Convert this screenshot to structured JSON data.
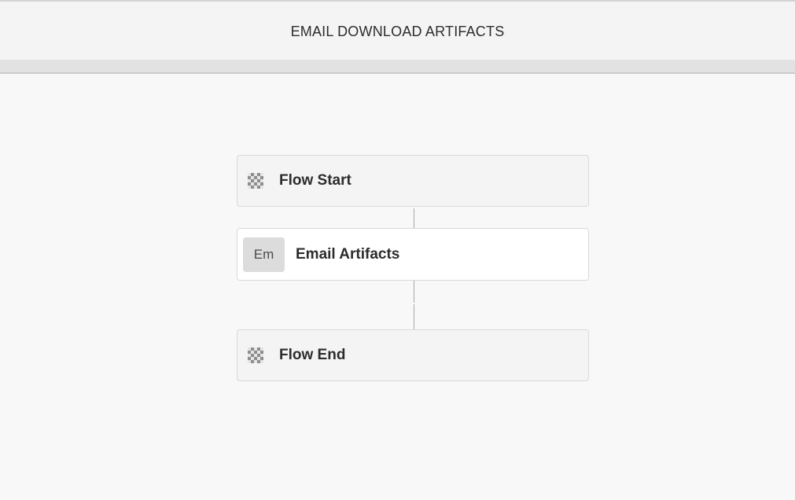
{
  "header": {
    "title": "EMAIL DOWNLOAD ARTIFACTS"
  },
  "workflow": {
    "steps": [
      {
        "label": "Flow Start",
        "icon": "checker-flag-icon",
        "kind": "boundary"
      },
      {
        "label": "Email Artifacts",
        "badge": "Em",
        "kind": "action"
      },
      {
        "label": "Flow End",
        "icon": "checker-flag-icon",
        "kind": "boundary"
      }
    ]
  }
}
